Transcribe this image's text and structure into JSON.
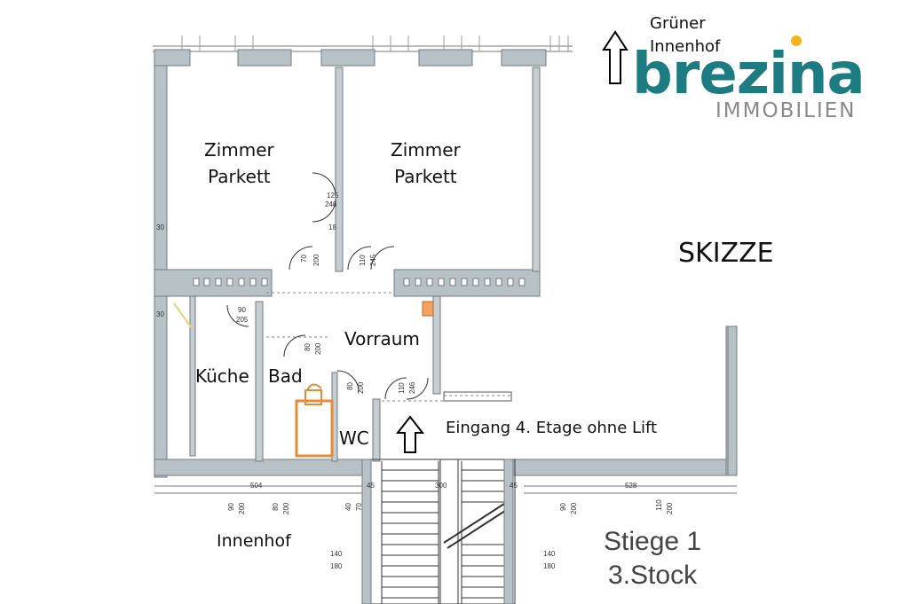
{
  "rooms": {
    "zimmer1": {
      "line1": "Zimmer",
      "line2": "Parkett"
    },
    "zimmer2": {
      "line1": "Zimmer",
      "line2": "Parkett"
    },
    "vorraum": "Vorraum",
    "kueche": "Küche",
    "bad": "Bad",
    "wc": "WC",
    "innenhof": "Innenhof"
  },
  "labels": {
    "skizze": "SKIZZE",
    "gruener_innenhof": {
      "line1": "Grüner",
      "line2": "Innenhof"
    },
    "eingang": "Eingang 4. Etage ohne Lift",
    "stiege": {
      "line1": "Stiege 1",
      "line2": "3.Stock"
    }
  },
  "logo": {
    "brand": "brezina",
    "sub": "IMMOBILIEN",
    "color": "#1d7c82",
    "dot_color": "#f5b31a"
  },
  "dimensions": {
    "d125": "125",
    "d246a": "246",
    "d18": "18",
    "d30a": "30",
    "d30b": "30",
    "d70": "70",
    "d200a": "200",
    "d110a": "110",
    "d245a": "245",
    "d90a": "90",
    "d205": "205",
    "d80a": "80",
    "d200b": "200",
    "d80b": "80",
    "d200c": "200",
    "d110b": "110",
    "d246b": "246",
    "d504": "504",
    "d45a": "45",
    "d300": "300",
    "d45b": "45",
    "d528": "528",
    "b90a": "90",
    "b200a": "200",
    "b80": "80",
    "b200b": "200",
    "b40": "40",
    "b70": "70",
    "b90b": "90",
    "b200c": "200",
    "b110": "110",
    "b200d": "200",
    "c140a": "140",
    "c180a": "180",
    "c140b": "140",
    "c180b": "180"
  }
}
